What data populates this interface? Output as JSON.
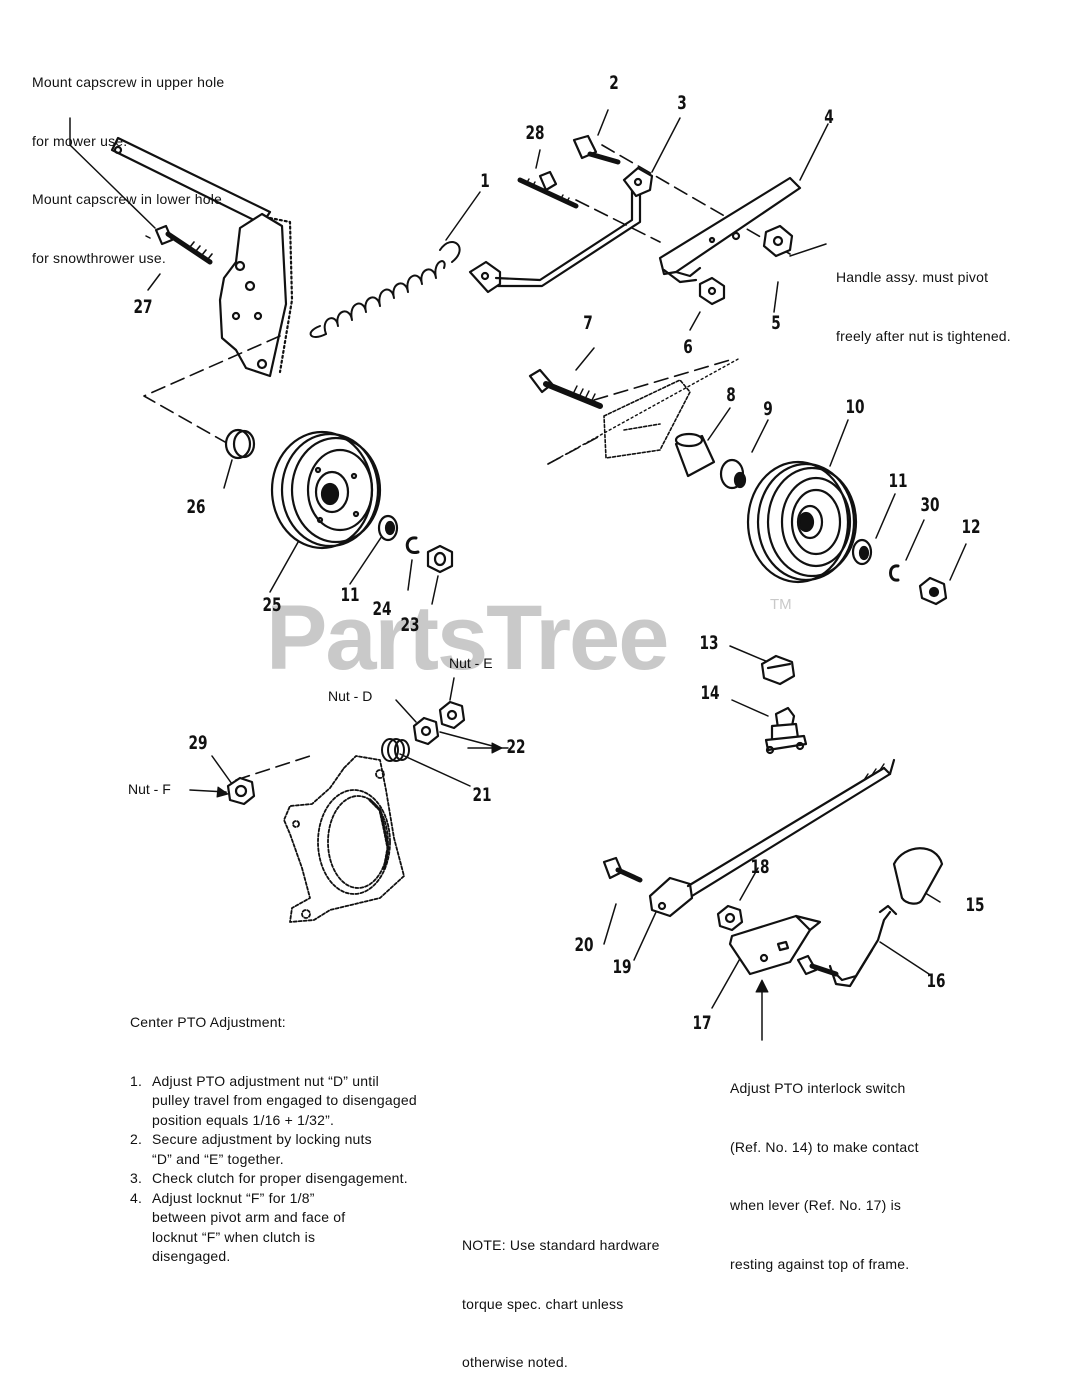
{
  "watermark": {
    "text": "PartsTree",
    "tm": "TM"
  },
  "notes": {
    "mount": [
      "Mount capscrew in upper hole",
      "for mower use.",
      "Mount capscrew in lower hole",
      "for snowthrower use."
    ],
    "handle": [
      "Handle assy. must pivot",
      "freely after nut is tightened."
    ],
    "pto_title": "Center PTO Adjustment:",
    "pto_steps": [
      [
        "1.",
        "Adjust PTO adjustment nut “D” until"
      ],
      [
        "",
        "pulley travel from engaged to disengaged"
      ],
      [
        "",
        "position equals 1/16 + 1/32”."
      ],
      [
        "2.",
        "Secure adjustment by locking nuts"
      ],
      [
        "",
        "“D” and “E” together."
      ],
      [
        "3.",
        "Check clutch for proper disengagement."
      ],
      [
        "4.",
        "Adjust locknut “F” for 1/8”"
      ],
      [
        "",
        "between pivot arm and face of"
      ],
      [
        "",
        "locknut “F” when clutch is"
      ],
      [
        "",
        "disengaged."
      ]
    ],
    "interlock": [
      "Adjust PTO interlock switch",
      "(Ref. No. 14) to make contact",
      "when lever (Ref. No. 17) is",
      "resting against top of frame."
    ],
    "hardware": [
      "NOTE: Use standard hardware",
      "torque spec. chart unless",
      "otherwise noted."
    ]
  },
  "nut_labels": {
    "d": "Nut - D",
    "e": "Nut - E",
    "f": "Nut - F"
  },
  "part_numbers": {
    "p1": "1",
    "p2": "2",
    "p3": "3",
    "p4": "4",
    "p5": "5",
    "p6": "6",
    "p7": "7",
    "p8": "8",
    "p9": "9",
    "p10": "10",
    "p11a": "11",
    "p11b": "11",
    "p12": "12",
    "p13": "13",
    "p14": "14",
    "p15": "15",
    "p16": "16",
    "p17": "17",
    "p18": "18",
    "p19": "19",
    "p20": "20",
    "p21": "21",
    "p22": "22",
    "p23": "23",
    "p24": "24",
    "p25": "25",
    "p26": "26",
    "p27": "27",
    "p28": "28",
    "p29": "29",
    "p30": "30"
  }
}
